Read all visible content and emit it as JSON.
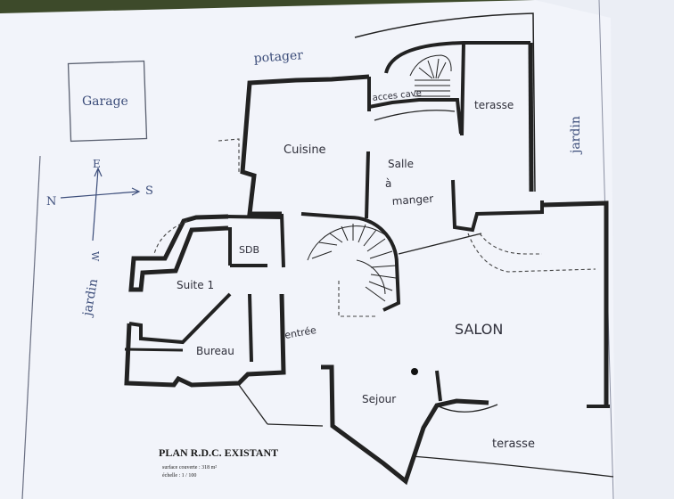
{
  "sheet": {
    "title": "PLAN R.D.C. EXISTANT",
    "surface": "surface couverte : 318 m²",
    "scale": "échelle : 1 / 100"
  },
  "rooms": {
    "garage": "Garage",
    "cuisine": "Cuisine",
    "salle": "Salle",
    "a": "à",
    "manger": "manger",
    "sdb": "SDB",
    "suite": "Suite 1",
    "bureau": "Bureau",
    "entree": "entrée",
    "salon": "SALON",
    "sejour": "Sejour",
    "acces_cave": "acces cave",
    "terasse_top": "terasse",
    "terasse_bottom": "terasse"
  },
  "outside": {
    "potager": "potager",
    "jardin_right": "jardin",
    "jardin_left": "jardin"
  },
  "compass": {
    "north": "N",
    "south": "S",
    "east": "E",
    "west": "W"
  },
  "colors": {
    "paper": "#f3f5fb",
    "wall": "#222222",
    "ink": "#3c4d7a",
    "background": "#3d4a2a"
  }
}
